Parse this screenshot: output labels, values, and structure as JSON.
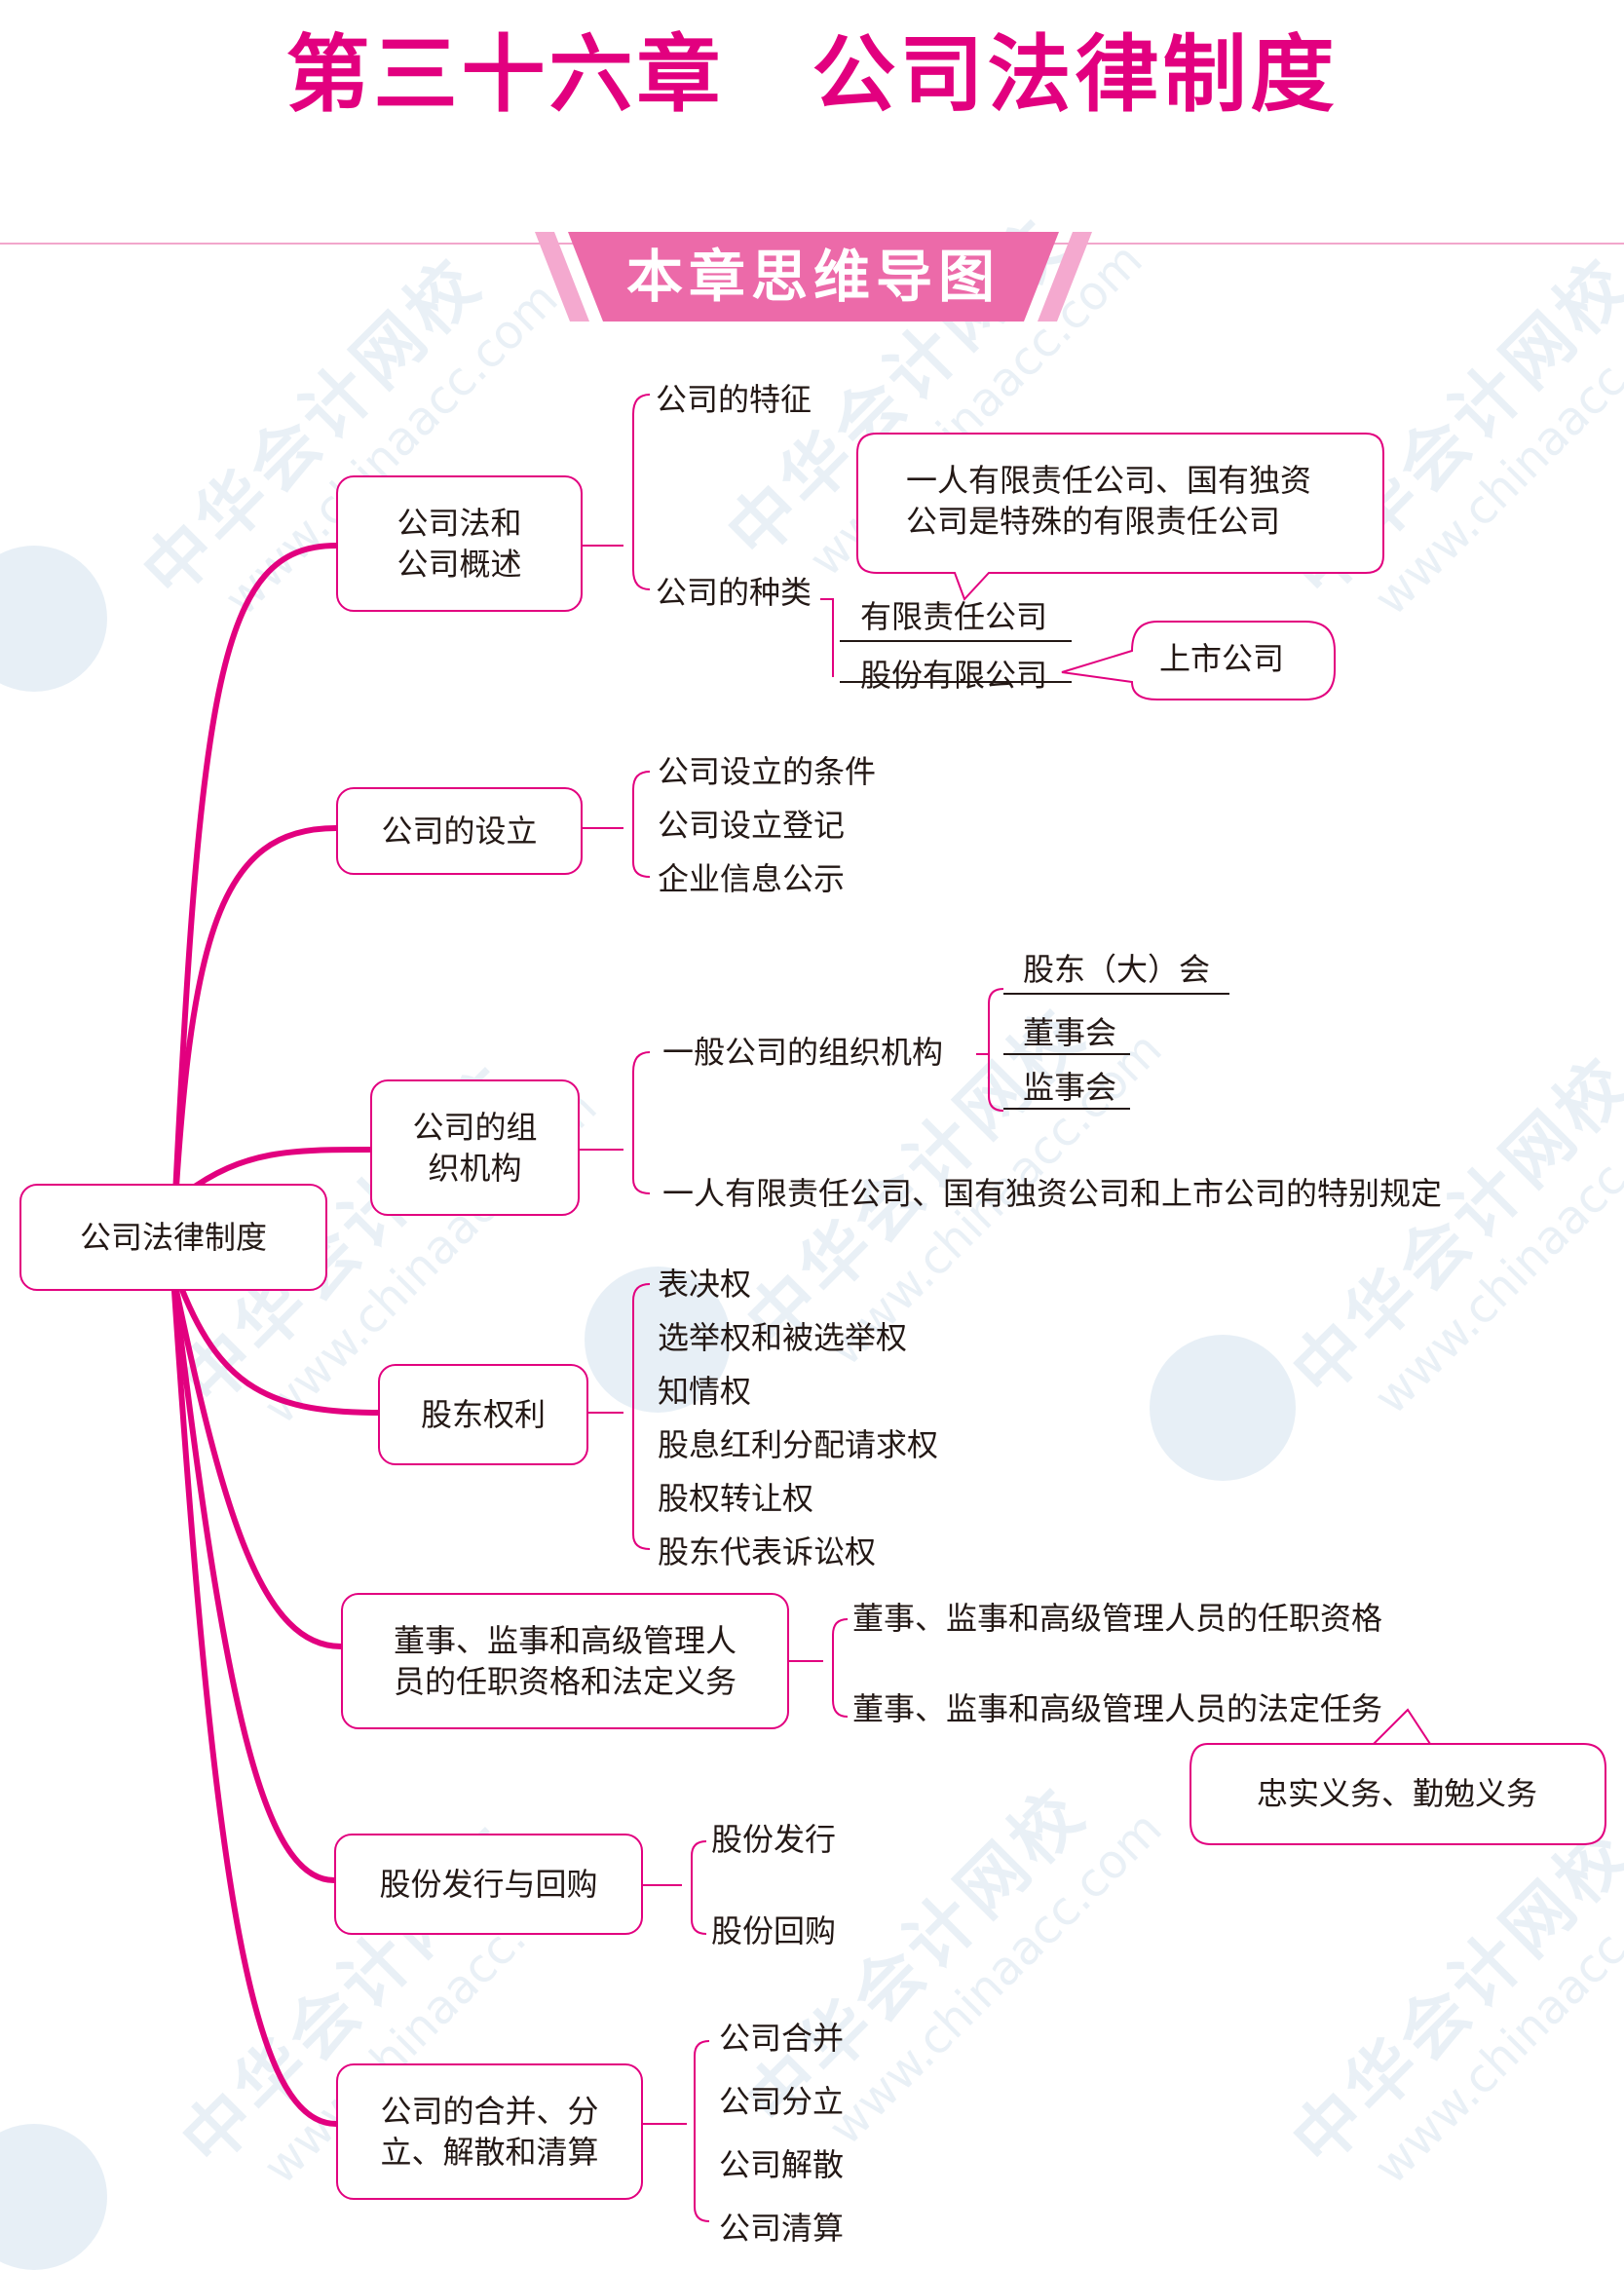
{
  "title": "第三十六章　公司法律制度",
  "banner": "本章思维导图",
  "watermark": {
    "cn": "中华会计网校",
    "en": "www.chinaacc.com"
  },
  "root": "公司法律制度",
  "branches": [
    {
      "label": "公司法和\n公司概述",
      "children": [
        "公司的特征",
        "公司的种类"
      ],
      "types": [
        "有限责任公司",
        "股份有限公司"
      ],
      "note_top": "一人有限责任公司、国有独资\n公司是特殊的有限责任公司",
      "note_right": "上市公司"
    },
    {
      "label": "公司的设立",
      "children": [
        "公司设立的条件",
        "公司设立登记",
        "企业信息公示"
      ]
    },
    {
      "label": "公司的组\n织机构",
      "children": [
        "一般公司的组织机构",
        "一人有限责任公司、国有独资公司和上市公司的特别规定"
      ],
      "organs": [
        "股东（大）会",
        "董事会",
        "监事会"
      ]
    },
    {
      "label": "股东权利",
      "children": [
        "表决权",
        "选举权和被选举权",
        "知情权",
        "股息红利分配请求权",
        "股权转让权",
        "股东代表诉讼权"
      ]
    },
    {
      "label": "董事、监事和高级管理人\n员的任职资格和法定义务",
      "children": [
        "董事、监事和高级管理人员的任职资格",
        "董事、监事和高级管理人员的法定任务"
      ],
      "note": "忠实义务、勤勉义务"
    },
    {
      "label": "股份发行与回购",
      "children": [
        "股份发行",
        "股份回购"
      ]
    },
    {
      "label": "公司的合并、分\n立、解散和清算",
      "children": [
        "公司合并",
        "公司分立",
        "公司解散",
        "公司清算"
      ]
    }
  ],
  "colors": {
    "accent": "#e2007f",
    "banner": "#ec6aa9",
    "line": "#231815"
  }
}
